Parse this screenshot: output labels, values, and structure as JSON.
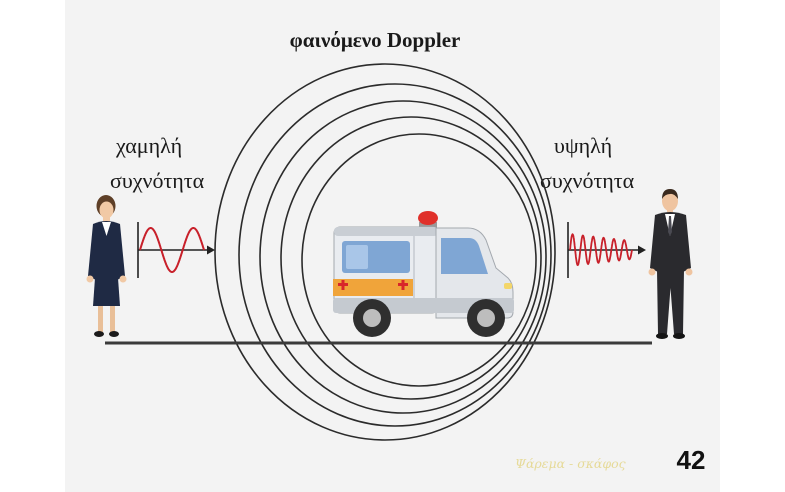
{
  "title": "φαινόμενο Doppler",
  "left_label": {
    "line1": "χαμηλή",
    "line2": "συχνότητα"
  },
  "right_label": {
    "line1": "υψηλή",
    "line2": "συχνότητα"
  },
  "page_number": "42",
  "watermark": "Ψάρεμα - σκάφος",
  "icons": {
    "observer_left": "woman-figure",
    "observer_right": "man-figure",
    "source": "ambulance-icon",
    "wavefronts": "sound-wavefront-circles"
  },
  "colors": {
    "panel": "#f3f3f3",
    "ground_line": "#3a3a3a",
    "wave": "#c8202a",
    "wavefront": "#2b2b2b",
    "text": "#1a1a1a"
  }
}
